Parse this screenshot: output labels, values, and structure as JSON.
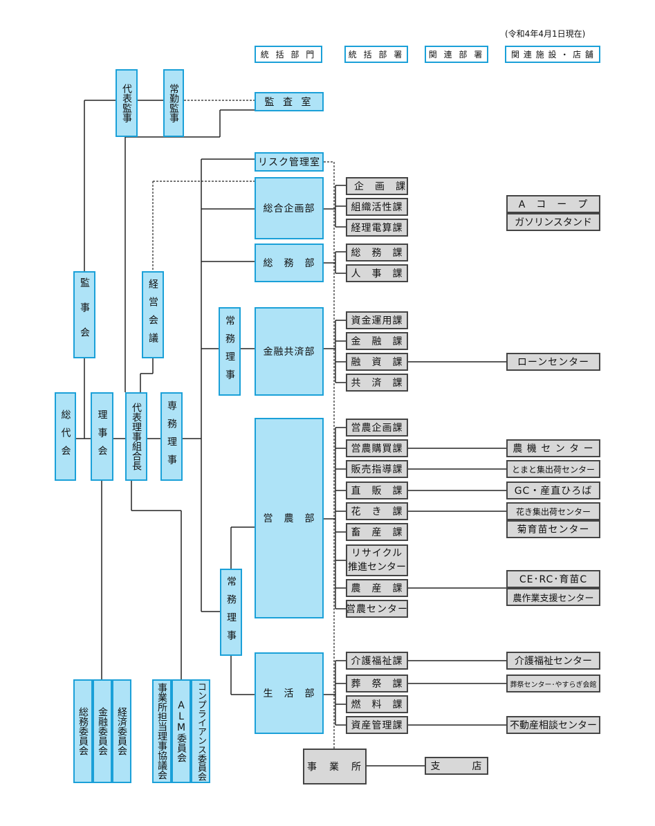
{
  "date_note": "(令和4年4月1日現在)",
  "legend": [
    "統 括 部 門",
    "統 括 部 署",
    "関 連 部 署",
    "関 連 施 設 ・ 店 舗"
  ],
  "left": {
    "soudaikai": "総代会",
    "rijikai": "理事会",
    "daihyo_riji": "代表理事組合長",
    "senmu": "専務理事",
    "kanjikai": "監事会",
    "keiei_kaigi": "経営会議",
    "daihyo_kanji": "代表監事",
    "joukin_kanji": "常勤監事",
    "joumu1": "常務理事",
    "joumu2": "常務理事"
  },
  "committees": [
    "総務委員会",
    "金融委員会",
    "経済委員会",
    "事業所担当理事協議会",
    "ALM委員会",
    "コンプライアンス委員会"
  ],
  "bu": {
    "kansa": "監 査 室",
    "risk": "リスク管理室",
    "sougou": "総合企画部",
    "soumu": "総　務　部",
    "kinyu": "金融共済部",
    "einou": "営　農　部",
    "seikatsu": "生　活　部",
    "jigyousho": "事　業　所"
  },
  "ka": {
    "kikaku": "企　画　課",
    "soshiki": "組織活性課",
    "keiri": "経理電算課",
    "soumu_ka": "総　務　課",
    "jinji": "人　事　課",
    "shikin": "資金運用課",
    "kinyu_ka": "金　融　課",
    "yushi": "融　資　課",
    "kyosai": "共　済　課",
    "einou_kikaku": "営農企画課",
    "einou_koubai": "営農購買課",
    "hanbai": "販売指導課",
    "chokuhan": "直　販　課",
    "kaki": "花　き　課",
    "chikusan": "畜　産　課",
    "recycle1": "リサイクル",
    "recycle2": "推進センター",
    "nousan": "農　産　課",
    "einou_center": "営農センター",
    "kaigo": "介護福祉課",
    "sousai": "葬　祭　課",
    "nenryo": "燃　料　課",
    "shisan": "資産管理課"
  },
  "facilities": {
    "acoop1": "A　コ　ー　プ",
    "acoop2": "ガソリンスタンド",
    "loan": "ローンセンター",
    "nouki": "農 機 セ ン タ ー",
    "tomato": "とまと集出荷センター",
    "gc": "GC・産直ひろば",
    "hana": "花き集出荷センター",
    "kiku": "菊育苗センター",
    "ce": "CE･RC･育苗C",
    "nousagyou": "農作業支援センター",
    "kaigo_c": "介護福祉センター",
    "sousai_c": "葬祭センター･やすらぎ会館",
    "fudousan": "不動産相談センター",
    "shiten": "支　　　店"
  },
  "colors": {
    "dept_fill": "#aee3f7",
    "dept_border": "#1aa0d8",
    "ka_fill": "#d8d8d8",
    "ka_border": "#444444"
  }
}
